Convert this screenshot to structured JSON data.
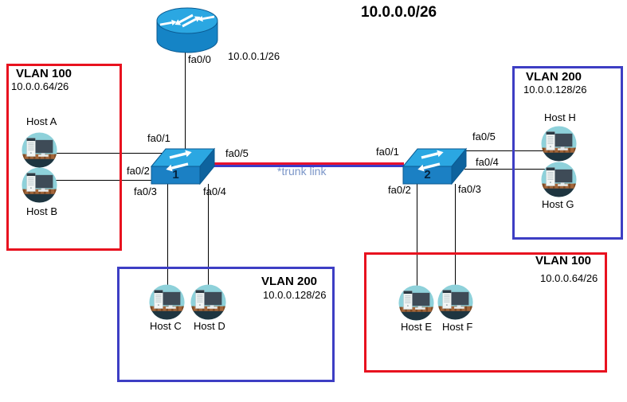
{
  "title": "10.0.0.0/26",
  "router": {
    "interface": "fa0/0",
    "ip": "10.0.0.1/26"
  },
  "switch1": {
    "label": "1",
    "ports": {
      "p1": "fa0/1",
      "p2": "fa0/2",
      "p3": "fa0/3",
      "p4": "fa0/4",
      "p5": "fa0/5"
    }
  },
  "switch2": {
    "label": "2",
    "ports": {
      "p1": "fa0/1",
      "p2": "fa0/2",
      "p3": "fa0/3",
      "p4": "fa0/4",
      "p5": "fa0/5"
    }
  },
  "trunk": {
    "label": "*trunk link"
  },
  "vlans": {
    "left": {
      "title": "VLAN 100",
      "subnet": "10.0.0.64/26",
      "border_color": "#e8121f",
      "hosts": [
        "Host A",
        "Host B"
      ]
    },
    "right": {
      "title": "VLAN 200",
      "subnet": "10.0.0.128/26",
      "border_color": "#3d3ec4",
      "hosts": [
        "Host H",
        "Host G"
      ]
    },
    "bottom_left": {
      "title": "VLAN 200",
      "subnet": "10.0.0.128/26",
      "border_color": "#3d3ec4",
      "hosts": [
        "Host C",
        "Host D"
      ]
    },
    "bottom_right": {
      "title": "VLAN 100",
      "subnet": "10.0.0.64/26",
      "border_color": "#e8121f",
      "hosts": [
        "Host E",
        "Host F"
      ]
    }
  },
  "colors": {
    "device_top": "#2ba7e2",
    "device_front": "#1b80c4",
    "device_side": "#0e639e",
    "link_line": "#000000",
    "trunk_red": "#e8112d",
    "trunk_blue": "#3c3cc8",
    "trunk_label": "#7b96c8",
    "vlan100_border": "#e8121f",
    "vlan200_border": "#3d3ec4"
  }
}
